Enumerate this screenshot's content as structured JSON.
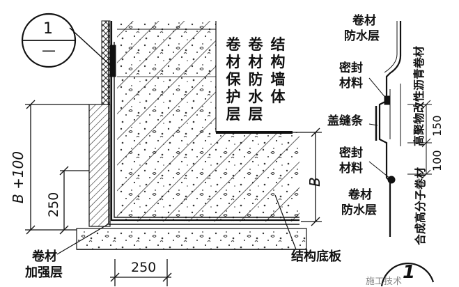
{
  "detail_marker": {
    "number": "1",
    "sheet": "—"
  },
  "wall_labels": {
    "protective_layer": "卷材保护层",
    "waterproof_layer": "卷材防水层",
    "structural_wall": "结构墙体"
  },
  "dimensions": {
    "height_total": "B +100",
    "height_250": "250",
    "width_250": "250",
    "height_B": "B"
  },
  "bottom_labels": {
    "reinforcement_line1": "卷材",
    "reinforcement_line2": "加强层",
    "base_slab": "结构底板"
  },
  "right_detail": {
    "waterproof_top_line1": "卷材",
    "waterproof_top_line2": "防水层",
    "sealant_upper_line1": "密封",
    "sealant_upper_line2": "材料",
    "cover_strip": "盖缝条",
    "sealant_lower_line1": "密封",
    "sealant_lower_line2": "材料",
    "waterproof_bottom_line1": "卷材",
    "waterproof_bottom_line2": "防水层",
    "asphalt_membrane": "高聚物改性沥青卷材",
    "polymer_membrane": "合成高分子卷材",
    "dim_150": "150",
    "dim_100": "100"
  },
  "corner_marker": {
    "number": "1"
  },
  "watermark": "施工技术"
}
